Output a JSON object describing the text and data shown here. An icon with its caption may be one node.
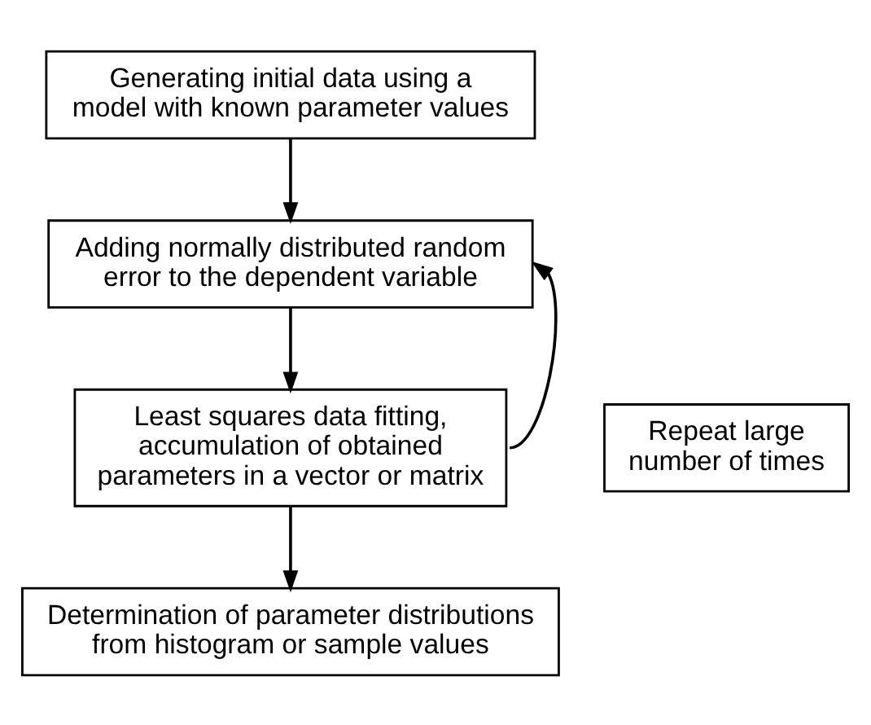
{
  "diagram": {
    "nodes": [
      {
        "text": [
          "Generating initial data using a model with known parameter values"
        ]
      },
      {
        "text": [
          "Adding normally distributed random error to the dependent variable"
        ]
      },
      {
        "text": [
          "Least squares data fitting, accumulation of obtained parameters in a vector or matrix"
        ]
      },
      {
        "text": [
          "Determination of parameter distributions from histogram or sample values"
        ]
      },
      {
        "text": [
          "Repeat large number of times"
        ]
      }
    ],
    "edges": [
      {
        "from": 0,
        "to": 1,
        "arrow": "to"
      },
      {
        "from": 1,
        "to": 2,
        "arrow": "to"
      },
      {
        "from": 2,
        "to": 3,
        "arrow": "to"
      },
      {
        "from": 2,
        "to": 1,
        "arrow": "to"
      }
    ]
  }
}
